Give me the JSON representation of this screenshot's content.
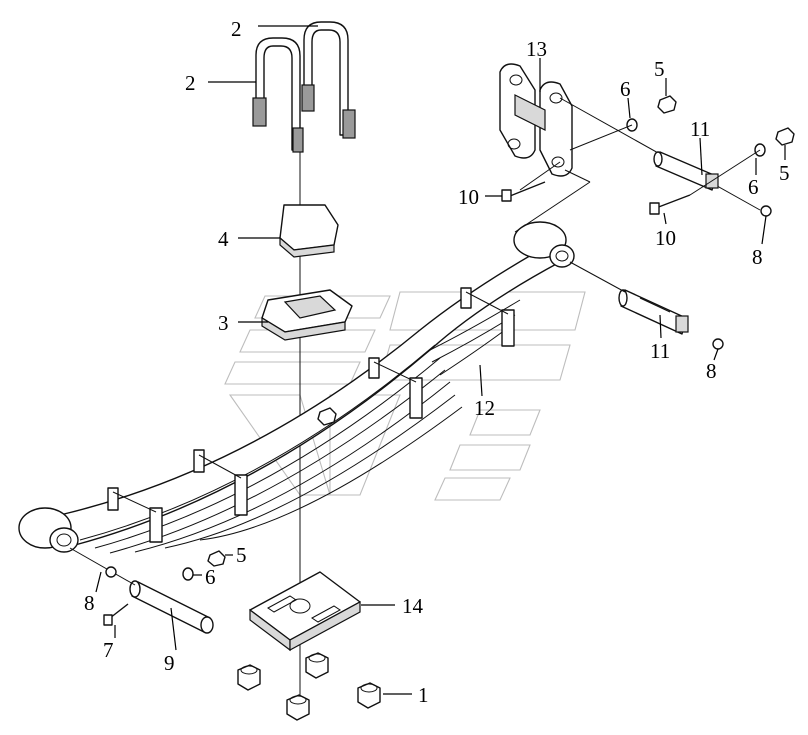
{
  "diagram": {
    "labels": [
      {
        "id": "label-1",
        "text": "1"
      },
      {
        "id": "label-2a",
        "text": "2"
      },
      {
        "id": "label-2b",
        "text": "2"
      },
      {
        "id": "label-3",
        "text": "3"
      },
      {
        "id": "label-4",
        "text": "4"
      },
      {
        "id": "label-5a",
        "text": "5"
      },
      {
        "id": "label-5b",
        "text": "5"
      },
      {
        "id": "label-5c",
        "text": "5"
      },
      {
        "id": "label-6a",
        "text": "6"
      },
      {
        "id": "label-6b",
        "text": "6"
      },
      {
        "id": "label-6c",
        "text": "6"
      },
      {
        "id": "label-7",
        "text": "7"
      },
      {
        "id": "label-8a",
        "text": "8"
      },
      {
        "id": "label-8b",
        "text": "8"
      },
      {
        "id": "label-8c",
        "text": "8"
      },
      {
        "id": "label-9",
        "text": "9"
      },
      {
        "id": "label-10a",
        "text": "10"
      },
      {
        "id": "label-10b",
        "text": "10"
      },
      {
        "id": "label-11a",
        "text": "11"
      },
      {
        "id": "label-11b",
        "text": "11"
      },
      {
        "id": "label-12",
        "text": "12"
      },
      {
        "id": "label-13",
        "text": "13"
      },
      {
        "id": "label-14",
        "text": "14"
      }
    ]
  }
}
